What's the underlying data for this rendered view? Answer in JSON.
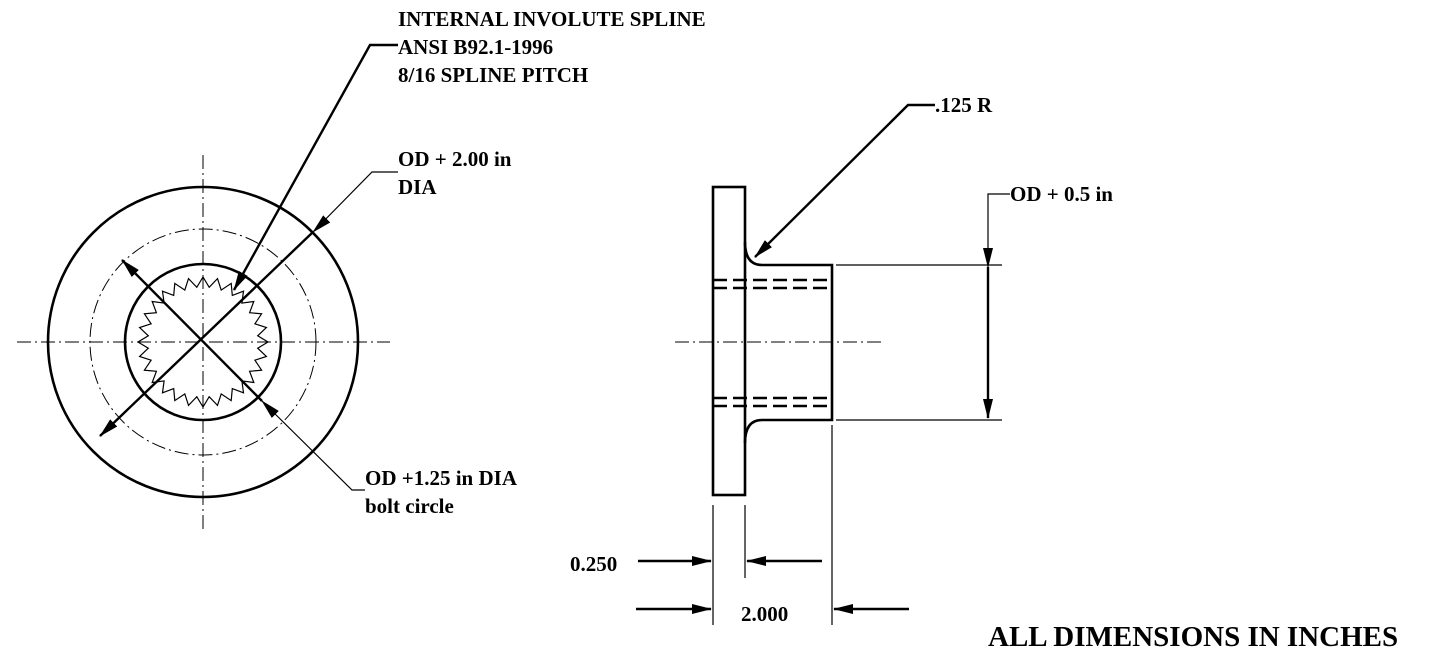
{
  "labels": {
    "spline_line1": "INTERNAL INVOLUTE SPLINE",
    "spline_line2": "ANSI B92.1-1996",
    "spline_line3": "8/16 SPLINE PITCH",
    "od_dia_line1": "OD + 2.00 in",
    "od_dia_line2": "DIA",
    "bolt_line1": "OD +1.25 in DIA",
    "bolt_line2": "bolt circle",
    "radius": ".125 R",
    "od_half": "OD + 0.5 in",
    "thickness": "0.250",
    "length": "2.000",
    "units_note": "ALL DIMENSIONS IN INCHES"
  },
  "spline": {
    "teeth": 28
  }
}
